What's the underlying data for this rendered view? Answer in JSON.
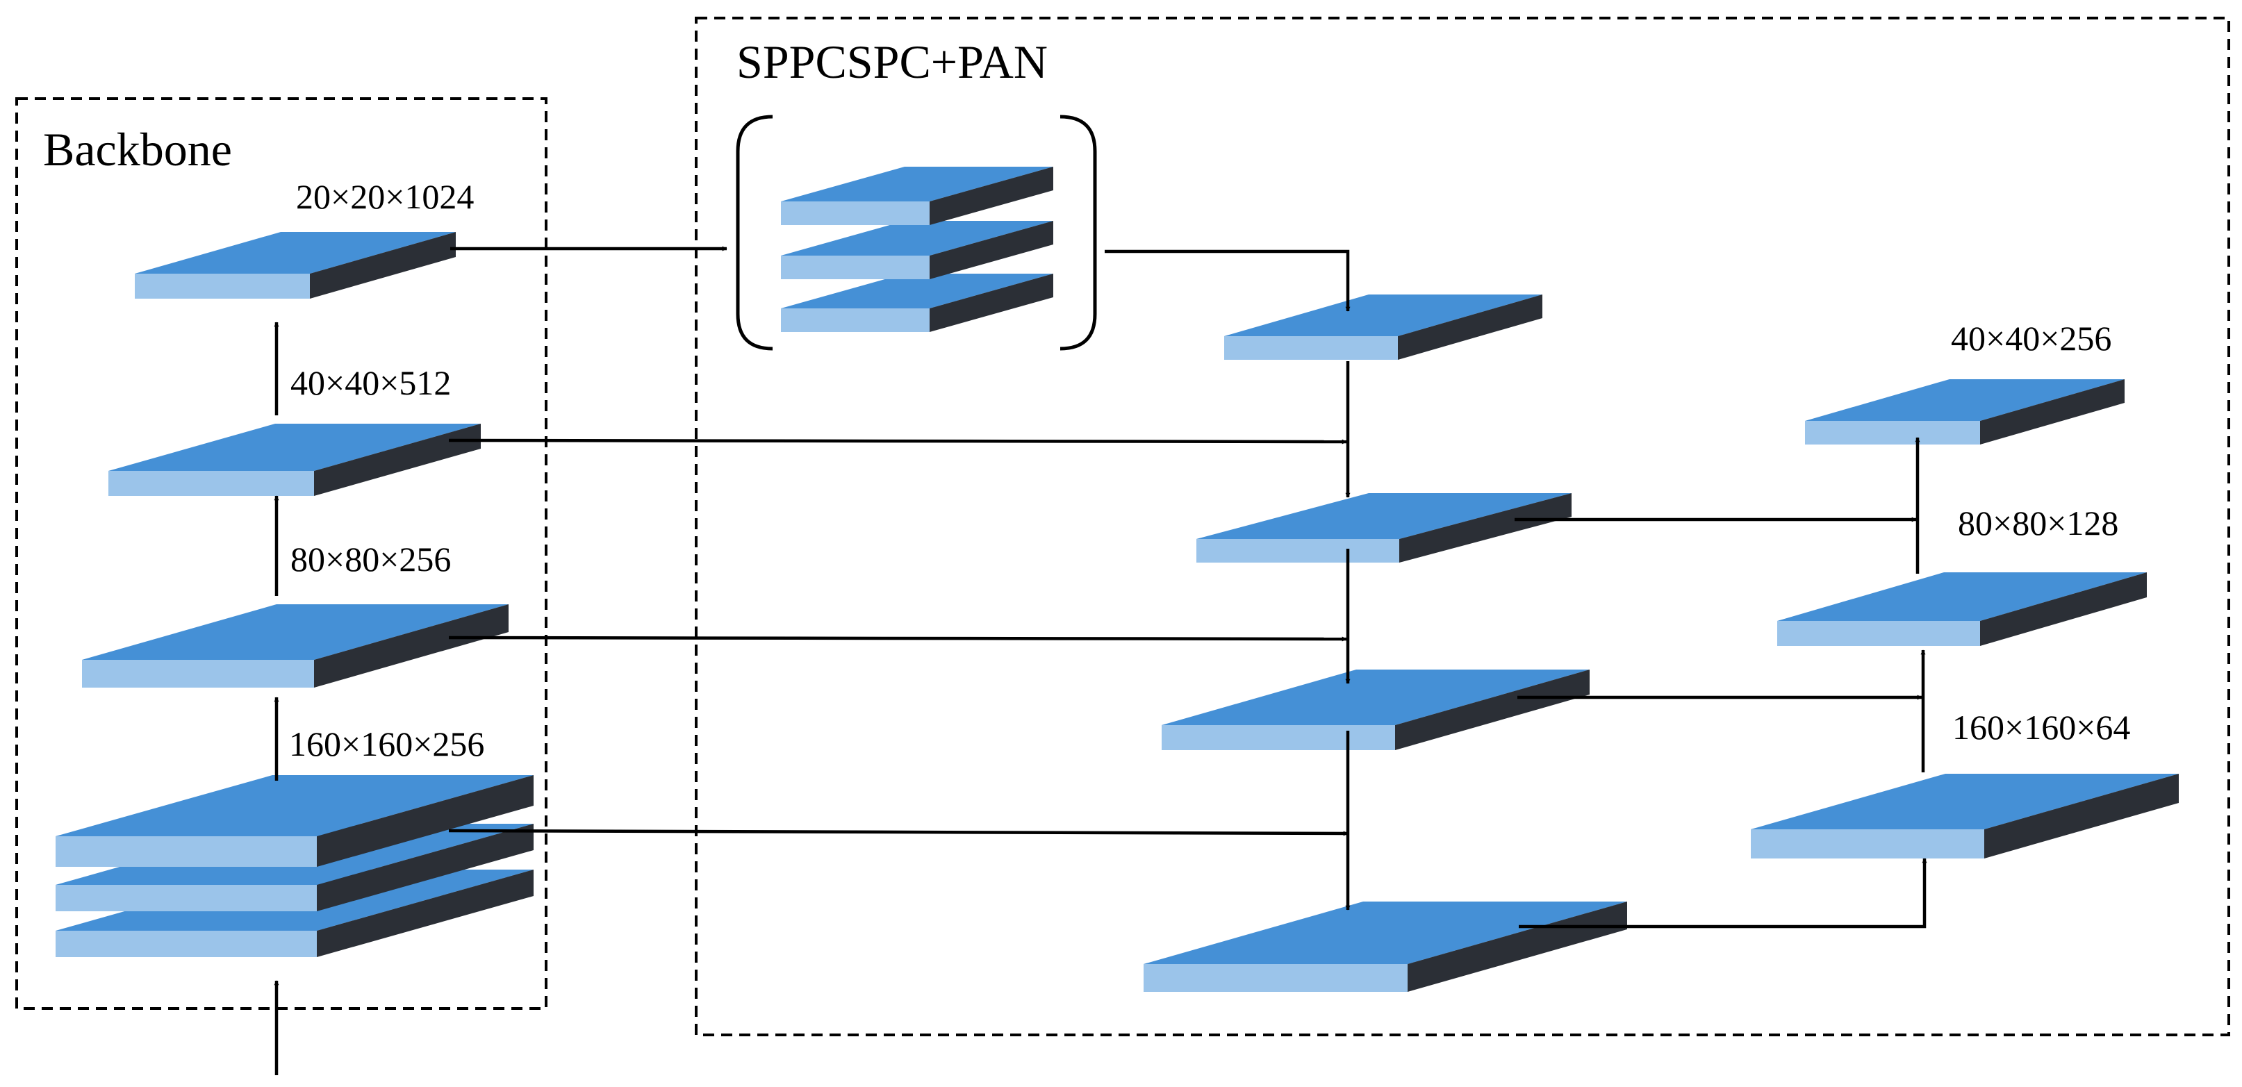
{
  "groups": {
    "backbone": {
      "title": "Backbone"
    },
    "neck": {
      "title": "SPPCSPC+PAN"
    }
  },
  "labels": {
    "b_20": "20×20×1024",
    "b_40": "40×40×512",
    "b_80": "80×80×256",
    "b_160": "160×160×256",
    "o_40": "40×40×256",
    "o_80": "80×80×128",
    "o_160": "160×160×64"
  },
  "colors": {
    "top_face": "#4590d6",
    "front_face": "#9bc4ea",
    "side_face": "#2b2f36",
    "line": "#000000"
  }
}
